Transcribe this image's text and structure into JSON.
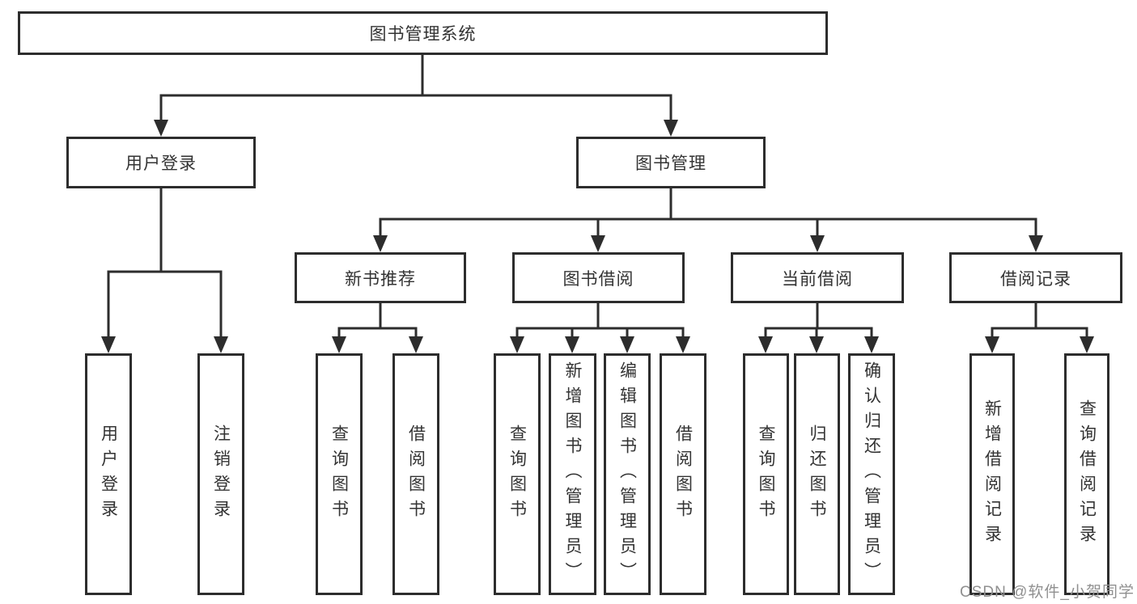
{
  "diagram": {
    "root": {
      "label": "图书管理系统"
    },
    "branches": [
      {
        "label": "用户登录",
        "children": [
          {
            "label": "用户登录"
          },
          {
            "label": "注销登录"
          }
        ]
      },
      {
        "label": "图书管理",
        "children": [
          {
            "label": "新书推荐",
            "children": [
              {
                "label": "查询图书"
              },
              {
                "label": "借阅图书"
              }
            ]
          },
          {
            "label": "图书借阅",
            "children": [
              {
                "label": "查询图书"
              },
              {
                "label": "新增图书（管理员）"
              },
              {
                "label": "编辑图书（管理员）"
              },
              {
                "label": "借阅图书"
              }
            ]
          },
          {
            "label": "当前借阅",
            "children": [
              {
                "label": "查询图书"
              },
              {
                "label": "归还图书"
              },
              {
                "label": "确认归还（管理员）"
              }
            ]
          },
          {
            "label": "借阅记录",
            "children": [
              {
                "label": "新增借阅记录"
              },
              {
                "label": "查询借阅记录"
              }
            ]
          }
        ]
      }
    ]
  },
  "watermark": "CSDN @软件_小贺同学",
  "colors": {
    "line": "#2d2d2d",
    "text": "#333333",
    "watermark": "#909090",
    "background": "#ffffff"
  }
}
